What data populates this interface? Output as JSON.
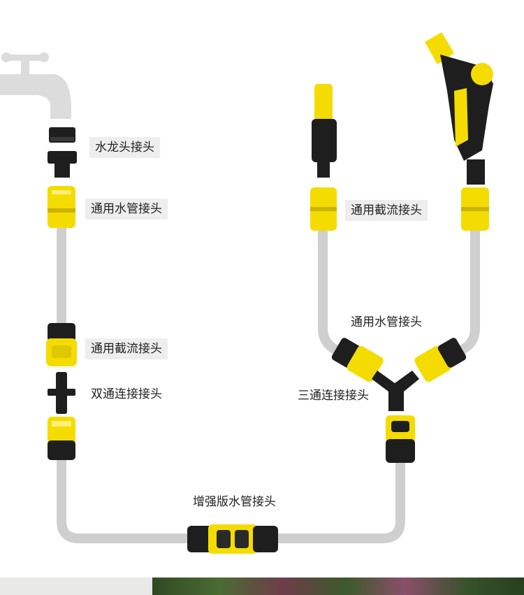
{
  "labels": {
    "faucet_adapter": "水龙头接头",
    "universal_hose_connector_left": "通用水管接头",
    "universal_stop_connector_left": "通用截流接头",
    "double_connector": "双通连接接头",
    "reinforced_hose_connector": "增强版水管接头",
    "universal_stop_connector_right": "通用截流接头",
    "universal_hose_connector_right": "通用水管接头",
    "three_way_connector": "三通连接接头"
  },
  "colors": {
    "accent_yellow": "#f5dc00",
    "connector_black": "#1e1e1e",
    "hose_gray": "#cfcfcf",
    "faucet_gray": "#dcdcdc",
    "label_bg": "#eeeeee"
  }
}
